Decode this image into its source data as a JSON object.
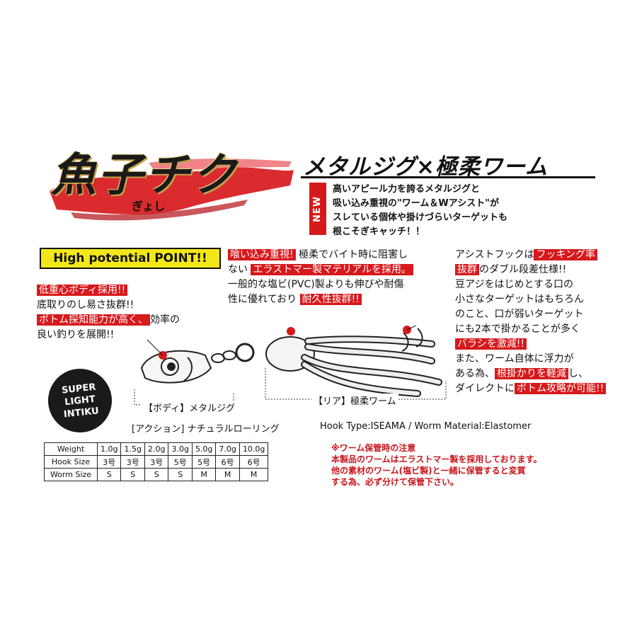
{
  "title": {
    "main": "魚子チク",
    "ruby": "ぎょし",
    "subtitle": "メタルジグ×極柔ワーム"
  },
  "new_badge": "NEW",
  "intro_lines": [
    "高いアピール力を誇るメタルジグと",
    "吸い込み重視の\"ワーム＆Wアシスト\"が",
    "スレている個体や掛けづらいターゲットも",
    "根こそぎキャッチ！！"
  ],
  "high_potential": "High potential POINT!!",
  "body_feature": {
    "l1_red": "低重心ボディ採用!!",
    "l2": "底取りのし易さ抜群!!",
    "l3_red": "ボトム探知能力が高く、",
    "l3_tail": "効率の",
    "l4": "良い釣りを展開!!"
  },
  "mid_feature": {
    "l1_red": "喰い込み重視!",
    "l1_tail": "極柔でバイト時に阻害し",
    "l2_head": "ない",
    "l2_red": "エラストマー製マテリアルを採用。",
    "l3": "一般的な塩ビ(PVC)製よりも伸びや耐傷",
    "l4_head": "性に優れており",
    "l4_red": "耐久性抜群!!"
  },
  "right_feature": {
    "l1_head": "アシストフックは",
    "l1_red": "フッキング率",
    "l2_red": "抜群",
    "l2_tail": "のダブル段差仕様!!",
    "l3": "豆アジをはじめとする口の",
    "l4": "小さなターゲットはもちろん",
    "l5": "のこと、口が弱いターゲット",
    "l6": "にも2本で掛かることが多く",
    "l7_red": "バラシを激減!!",
    "l8": "また、ワーム自体に浮力が",
    "l9_head": "ある為、",
    "l9_red": "根掛かりを軽減",
    "l9_tail": "し、",
    "l10_head": "ダイレクトに",
    "l10_red": "ボトム攻略が可能!!"
  },
  "super_badge": [
    "SUPER",
    "LIGHT",
    "INTIKU"
  ],
  "labels": {
    "body": "【ボディ】メタルジグ",
    "rear": "【リア】極柔ワーム",
    "action": "[アクション] ナチュラルローリング",
    "hook_info": "Hook Type:ISEAMA / Worm Material:Elastomer"
  },
  "spec_table": {
    "rows": [
      {
        "header": "Weight",
        "cells": [
          "1.0g",
          "1.5g",
          "2.0g",
          "3.0g",
          "5.0g",
          "7.0g",
          "10.0g"
        ]
      },
      {
        "header": "Hook Size",
        "cells": [
          "3号",
          "3号",
          "3号",
          "5号",
          "5号",
          "6号",
          "6号"
        ]
      },
      {
        "header": "Worm Size",
        "cells": [
          "S",
          "S",
          "S",
          "S",
          "M",
          "M",
          "M"
        ]
      }
    ]
  },
  "notes": [
    "※ワーム保管時の注意",
    "本製品のワームはエラストマー製を採用しております。",
    "他の素材のワーム(塩ビ製)と一緒に保管すると変質",
    "する為、必ず分けて保管下さい。"
  ],
  "colors": {
    "accent_red": "#d7191c",
    "highlight_yellow": "#f3e71a"
  }
}
